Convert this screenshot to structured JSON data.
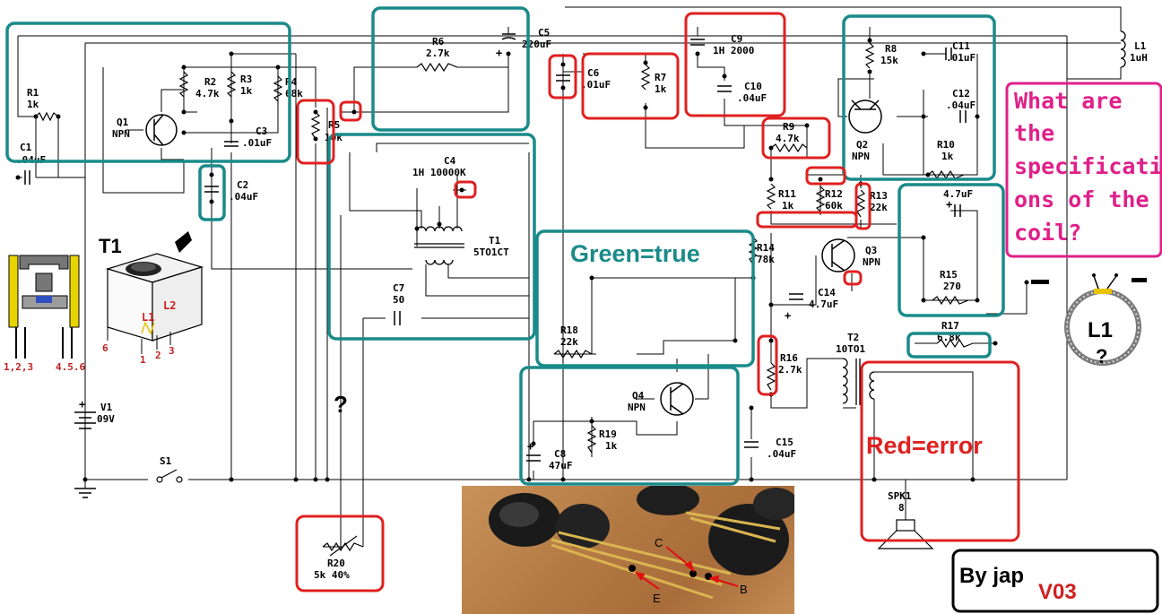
{
  "colors": {
    "true_box": "#1a8a8a",
    "error_box": "#e02020",
    "question_text": "#e0208a",
    "wire": "#000000"
  },
  "components": {
    "r1": [
      "R1",
      "1k"
    ],
    "c1": [
      "C1",
      ".04uF"
    ],
    "q1": [
      "Q1",
      "NPN"
    ],
    "r2": [
      "R2",
      "4.7k"
    ],
    "r3": [
      "R3",
      "1k"
    ],
    "r4": [
      "R4",
      "68k"
    ],
    "c3": [
      "C3",
      ".01uF"
    ],
    "c2": [
      "C2",
      ".04uF"
    ],
    "r5": [
      "R5",
      "10k"
    ],
    "r6": [
      "R6",
      "2.7k"
    ],
    "c5": [
      "C5",
      "220uF"
    ],
    "c4": [
      "C4",
      "1H 10000K"
    ],
    "t1": [
      "T1",
      "5TO1CT"
    ],
    "c7": [
      "C7",
      "50"
    ],
    "c6": [
      "C6",
      ".01uF"
    ],
    "r7": [
      "R7",
      "1k"
    ],
    "c9": [
      "C9",
      "1H 2000"
    ],
    "c10": [
      "C10",
      ".04uF"
    ],
    "r8": [
      "R8",
      "15k"
    ],
    "c11": [
      "C11",
      ".01uF"
    ],
    "c12": [
      "C12",
      ".04uF"
    ],
    "q2": [
      "Q2",
      "NPN"
    ],
    "r10": [
      "R10",
      "1k"
    ],
    "r9": [
      "R9",
      "4.7k"
    ],
    "l1": [
      "L1",
      "1uH"
    ],
    "r11": [
      "R11",
      "1k"
    ],
    "r12": [
      "R12",
      "60k"
    ],
    "r13": [
      "R13",
      "22k"
    ],
    "c13": [
      "",
      "4.7uF"
    ],
    "r14": [
      "R14",
      "78k"
    ],
    "q3": [
      "Q3",
      "NPN"
    ],
    "c14": [
      "C14",
      "4.7uF"
    ],
    "r15": [
      "R15",
      "270"
    ],
    "r17": [
      "R17",
      "6.8k"
    ],
    "t2": [
      "T2",
      "10TO1"
    ],
    "r16": [
      "R16",
      "2.7k"
    ],
    "r18": [
      "R18",
      "22k"
    ],
    "q4": [
      "Q4",
      "NPN"
    ],
    "r19": [
      "R19",
      "1k"
    ],
    "c8": [
      "C8",
      "47uF"
    ],
    "c15": [
      "C15",
      ".04uF"
    ],
    "spk1": [
      "SPK1",
      "8"
    ],
    "v1": [
      "V1",
      "09V"
    ],
    "s1": [
      "S1",
      ""
    ],
    "r20": [
      "R20",
      "5k 40%"
    ]
  },
  "annotations": {
    "green_label": "Green=true",
    "red_label": "Red=error",
    "question": [
      "What are",
      "the",
      "specificati",
      "ons of the",
      "coil?"
    ],
    "mark": "?",
    "t1_title": "T1",
    "l1_coil": "L1",
    "pin_groups": [
      "1,2,3",
      "4.5.6"
    ],
    "t1_pins": [
      "6",
      "1",
      "2",
      "3"
    ],
    "t1_coils": [
      "L1",
      "L2"
    ],
    "credit": "By jap",
    "version": "V03",
    "transistor_pins": [
      "C",
      "E",
      "B"
    ]
  }
}
